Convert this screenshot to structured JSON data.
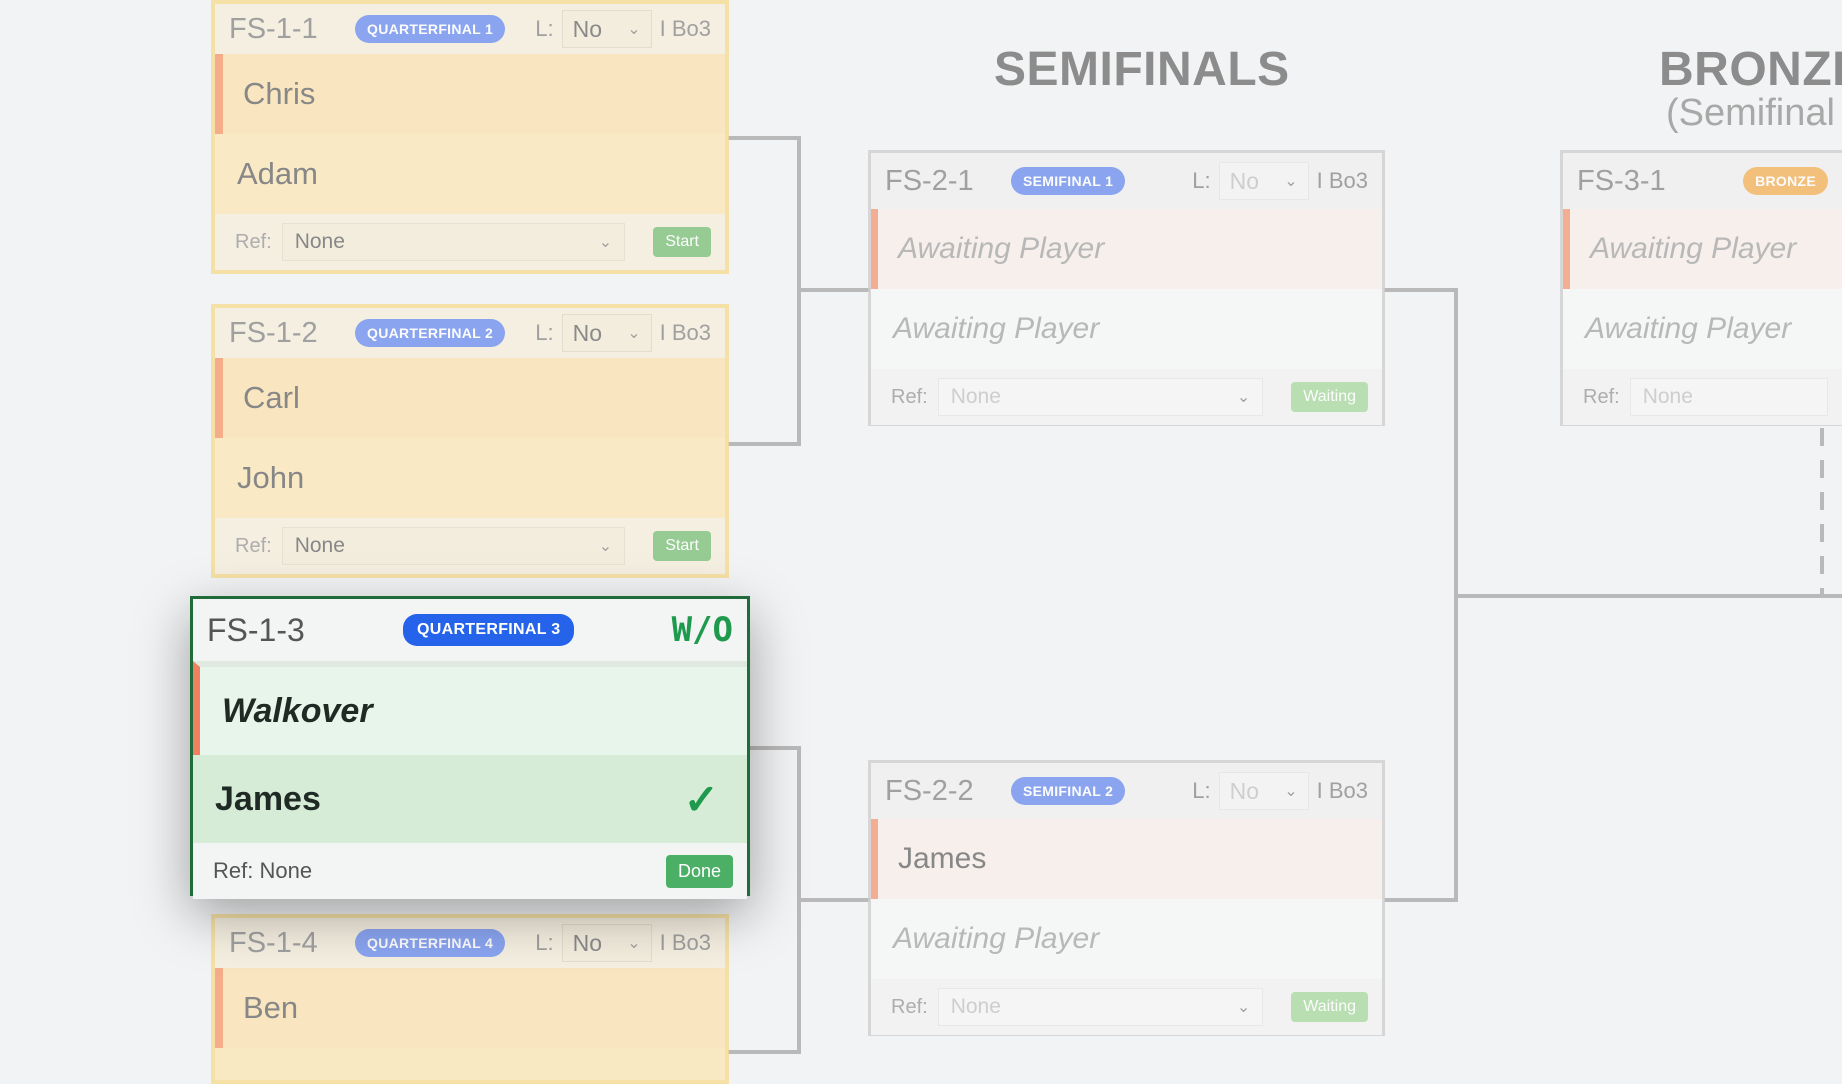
{
  "headings": {
    "semifinals": "SEMIFINALS",
    "bronze": "BRONZE",
    "bronze_sub": "(Semifinal"
  },
  "qf": [
    {
      "id": "FS-1-1",
      "badge": "QUARTERFINAL 1",
      "l_label": "L:",
      "l_value": "No",
      "bo": "I Bo3",
      "p1": "Chris",
      "p2": "Adam",
      "ref_label": "Ref:",
      "ref_value": "None",
      "button": "Start"
    },
    {
      "id": "FS-1-2",
      "badge": "QUARTERFINAL 2",
      "l_label": "L:",
      "l_value": "No",
      "bo": "I Bo3",
      "p1": "Carl",
      "p2": "John",
      "ref_label": "Ref:",
      "ref_value": "None",
      "button": "Start"
    },
    {
      "id": "FS-1-4",
      "badge": "QUARTERFINAL 4",
      "l_label": "L:",
      "l_value": "No",
      "bo": "I Bo3",
      "p1": "Ben"
    }
  ],
  "focus": {
    "id": "FS-1-3",
    "badge": "QUARTERFINAL 3",
    "status": "W/O",
    "p1": "Walkover",
    "p2": "James",
    "check": "✓",
    "ref": "Ref: None",
    "button": "Done"
  },
  "sf": [
    {
      "id": "FS-2-1",
      "badge": "SEMIFINAL 1",
      "l_label": "L:",
      "l_value": "No",
      "bo": "I Bo3",
      "p1": "Awaiting Player",
      "p2": "Awaiting Player",
      "ref_label": "Ref:",
      "ref_value": "None",
      "button": "Waiting"
    },
    {
      "id": "FS-2-2",
      "badge": "SEMIFINAL 2",
      "l_label": "L:",
      "l_value": "No",
      "bo": "I Bo3",
      "p1": "James",
      "p2": "Awaiting Player",
      "ref_label": "Ref:",
      "ref_value": "None",
      "button": "Waiting"
    }
  ],
  "bronze": {
    "id": "FS-3-1",
    "badge": "BRONZE",
    "p1": "Awaiting Player",
    "p2": "Awaiting Player",
    "ref_label": "Ref:",
    "ref_value": "None"
  }
}
